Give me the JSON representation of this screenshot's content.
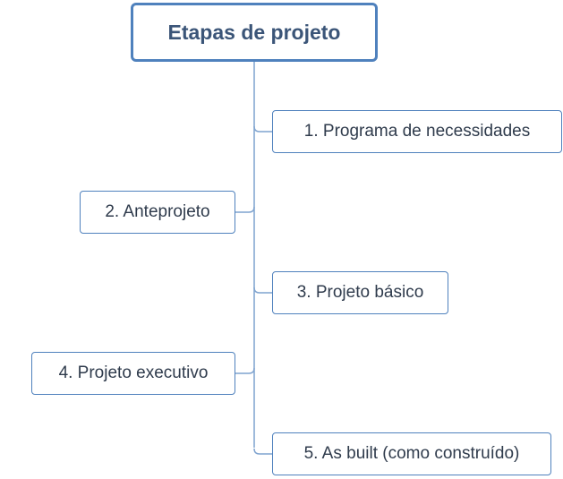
{
  "diagram": {
    "root": {
      "label": "Etapas de projeto"
    },
    "stages": [
      {
        "label": "1. Programa de necessidades"
      },
      {
        "label": "2. Anteprojeto"
      },
      {
        "label": "3. Projeto básico"
      },
      {
        "label": "4. Projeto executivo"
      },
      {
        "label": "5. As built (como construído)"
      }
    ]
  },
  "colors": {
    "border": "#4f81bd",
    "connector": "#7fa3cf",
    "text": "#2f3b4c",
    "title_text": "#3b5578"
  }
}
